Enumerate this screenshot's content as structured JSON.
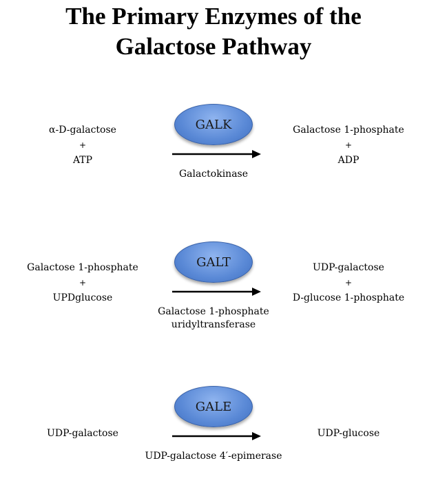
{
  "title_line1": "The Primary Enzymes of the",
  "title_line2": "Galactose Pathway",
  "plus_sign": "+",
  "reactions": [
    {
      "substrate_1": "α-D-galactose",
      "substrate_2": "ATP",
      "enzyme_abbrev": "GALK",
      "enzyme_name_1": "Galactokinase",
      "enzyme_name_2": "",
      "product_1": "Galactose 1-phosphate",
      "product_2": "ADP"
    },
    {
      "substrate_1": "Galactose 1-phosphate",
      "substrate_2": "UPDglucose",
      "enzyme_abbrev": "GALT",
      "enzyme_name_1": "Galactose 1-phosphate",
      "enzyme_name_2": "uridyltransferase",
      "product_1": "UDP-galactose",
      "product_2": "D-glucose 1-phosphate"
    },
    {
      "substrate_1": "UDP-galactose",
      "substrate_2": "",
      "enzyme_abbrev": "GALE",
      "enzyme_name_1": "UDP-galactose 4′-epimerase",
      "enzyme_name_2": "",
      "product_1": "UDP-glucose",
      "product_2": ""
    }
  ],
  "colors": {
    "enzyme_fill": "#5a89d6",
    "enzyme_border": "#3a62a8",
    "arrow": "#000000",
    "text": "#000000"
  }
}
